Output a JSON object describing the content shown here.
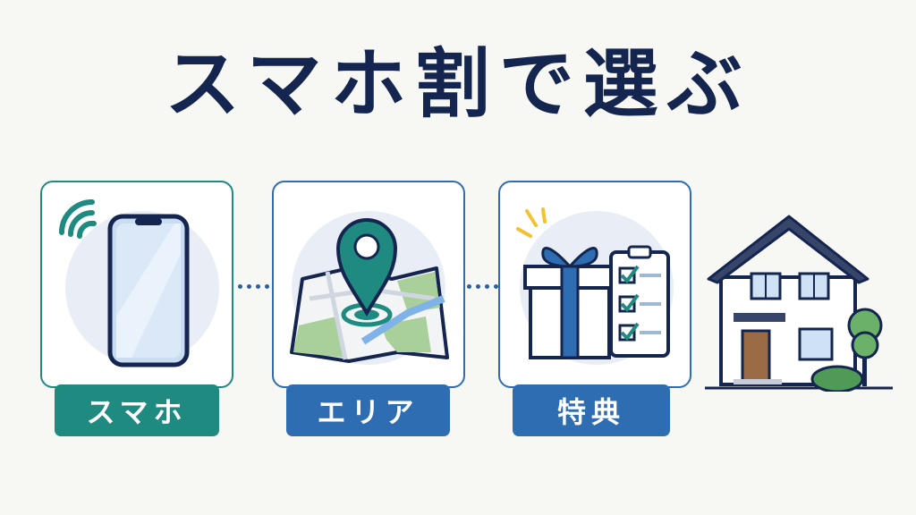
{
  "title": "スマホ割で選ぶ",
  "steps": [
    {
      "label": "スマホ",
      "icon": "smartphone-icon",
      "color": "#1f8a80"
    },
    {
      "label": "エリア",
      "icon": "map-pin-icon",
      "color": "#2f6db3"
    },
    {
      "label": "特典",
      "icon": "gift-checklist-icon",
      "color": "#2f6db3"
    }
  ],
  "end_icon": "house-icon",
  "colors": {
    "navy": "#14254f",
    "teal": "#1f8a80",
    "blue": "#2f6db3",
    "background": "#f7f7f3"
  }
}
